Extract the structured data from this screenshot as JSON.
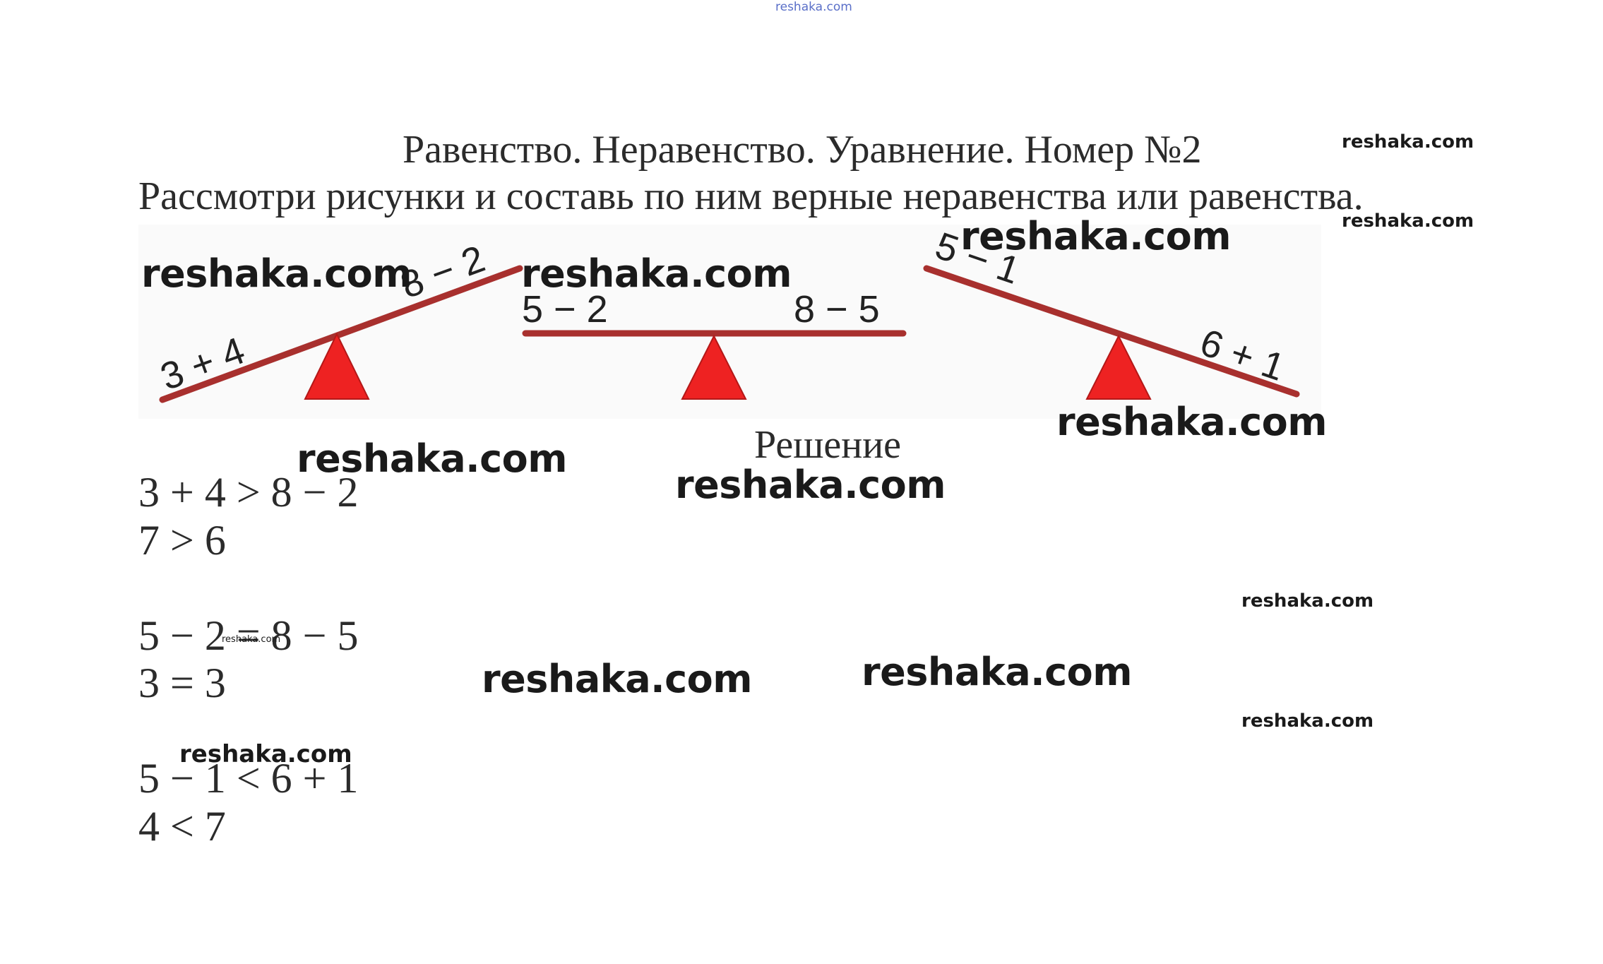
{
  "header": {
    "watermark_top": "reshaka.com"
  },
  "title": "Равенство. Неравенство. Уравнение. Номер №2",
  "task": "Рассмотри рисунки и составь по ним верные неравенства или равенства.",
  "figure": {
    "scales": [
      {
        "left": "3 + 4",
        "right": "8 − 2",
        "tilt": "left-down"
      },
      {
        "left": "5 − 2",
        "right": "8 − 5",
        "tilt": "level"
      },
      {
        "left": "5 − 1",
        "right": "6 + 1",
        "tilt": "right-down"
      }
    ],
    "beam_color": "#a8302e",
    "support_color": "#ee2222"
  },
  "solution": {
    "heading": "Решение",
    "lines": [
      "3 + 4 > 8 − 2",
      "7 > 6",
      "5 − 2 = 8 − 5",
      "3 = 3",
      "5 − 1 < 6 + 1",
      "4 < 7"
    ]
  },
  "watermarks": {
    "text": "reshaka.com"
  }
}
